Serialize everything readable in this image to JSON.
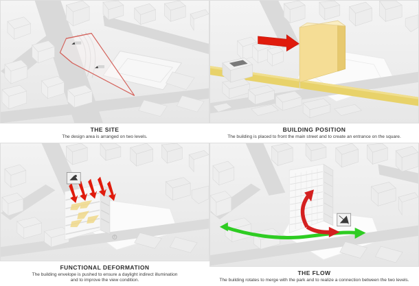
{
  "sheet": {
    "title": "Architectural Concept Diagram",
    "background_color": "#ffffff",
    "panel_count": 4
  },
  "palette": {
    "model_light": "#f2f2f2",
    "model_mid": "#e2e2e2",
    "model_shadow": "#cfcfcf",
    "ground": "#ebebeb",
    "road": "#dcdcdc",
    "site_outline": "#d4635c",
    "building_yellow": "#f5dd95",
    "building_yellow_side": "#e7c96f",
    "street_yellow": "#e8d26a",
    "arrow_red": "#e01b0c",
    "arrow_red_dark": "#c3150a",
    "arrow_green": "#2ecc22",
    "light_wedge": "#f0d98a",
    "caption_text": "#2b2b2b",
    "panel_border": "#dedede"
  },
  "panels": [
    {
      "id": "site",
      "title": "THE SITE",
      "description": "The design area is arranged on two levels.",
      "annotations": {
        "site_outline_label": "site-boundary-polygon",
        "level_markers": [
          "level-marker-upper",
          "level-marker-lower"
        ],
        "level_marker_count": 2
      }
    },
    {
      "id": "building-position",
      "title": "BUILDING POSITION",
      "description": "The building is placed to front the main street and to create an entrance on the square.",
      "annotations": {
        "arrow_label": "red-placement-arrow",
        "arrow_direction": "right",
        "street_label": "main-street-highlight",
        "volume_label": "building-volume-slab"
      }
    },
    {
      "id": "functional-deformation",
      "title": "FUNCTIONAL DEFORMATION",
      "description": "The building envelope is pushed to ensure a daylight indirect illumination\nand to improve the view condition.",
      "annotations": {
        "arrow_label": "red-push-arrows",
        "arrow_count": 5,
        "light_label": "daylight-wedges",
        "badge_label": "view-condition-badge",
        "facade_label": "deformed-facade-slats"
      }
    },
    {
      "id": "the-flow",
      "title": "THE FLOW",
      "description": "The building rotates to merge with the park and to realize a connection between the two levels.",
      "annotations": {
        "red_arrow_label": "red-rotation-arrow",
        "green_arrow_label": "green-flow-arrow",
        "badge_label": "orientation-badge",
        "tower_label": "faceted-tower-volume"
      }
    }
  ]
}
